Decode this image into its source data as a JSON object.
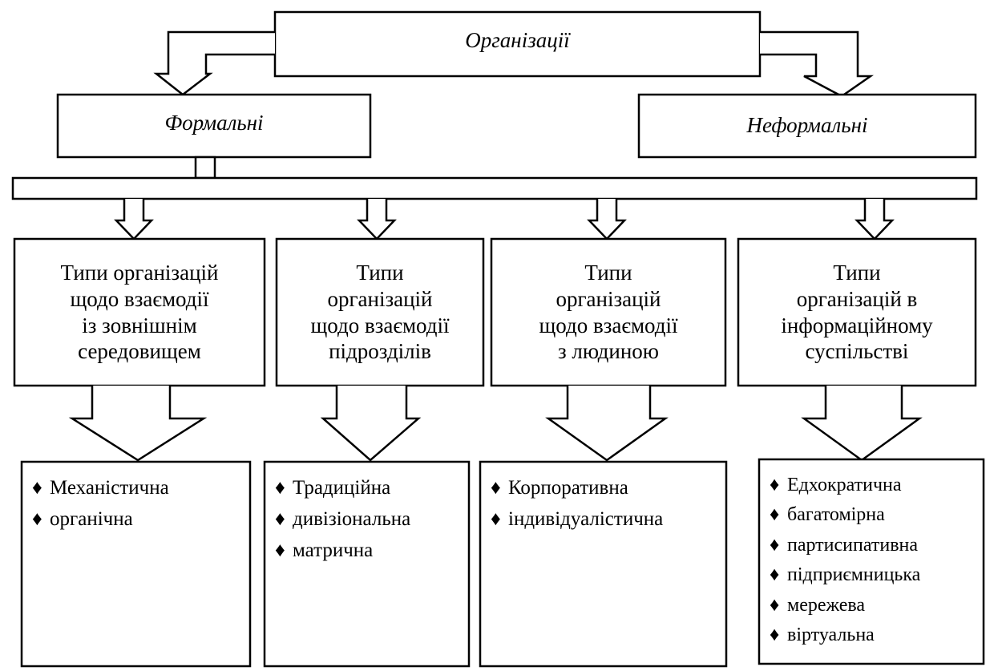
{
  "root": {
    "label": "Організації"
  },
  "branches": [
    {
      "label": "Формальні"
    },
    {
      "label": "Неформальні"
    }
  ],
  "categories": [
    {
      "label": "Типи організацій\nщодо взаємодії\nіз зовнішнім\nсередовищем",
      "items": [
        "Механістична",
        "органічна"
      ]
    },
    {
      "label": "Типи\nорганізацій\nщодо взаємодії\nпідрозділів",
      "items": [
        "Традиційна",
        "дивізіональна",
        "матрична"
      ]
    },
    {
      "label": "Типи\nорганізацій\nщодо взаємодії\nз людиною",
      "items": [
        "Корпоративна",
        "індивідуалістична"
      ]
    },
    {
      "label": "Типи\nорганізацій в\nінформаційному\nсуспільстві",
      "items": [
        "Едхократична",
        "багатомірна",
        "партисипативна",
        "підприємницька",
        "мережева",
        "віртуальна"
      ]
    }
  ],
  "bullet_glyph": "♦",
  "colors": {
    "stroke": "#000000",
    "fill": "#ffffff"
  }
}
